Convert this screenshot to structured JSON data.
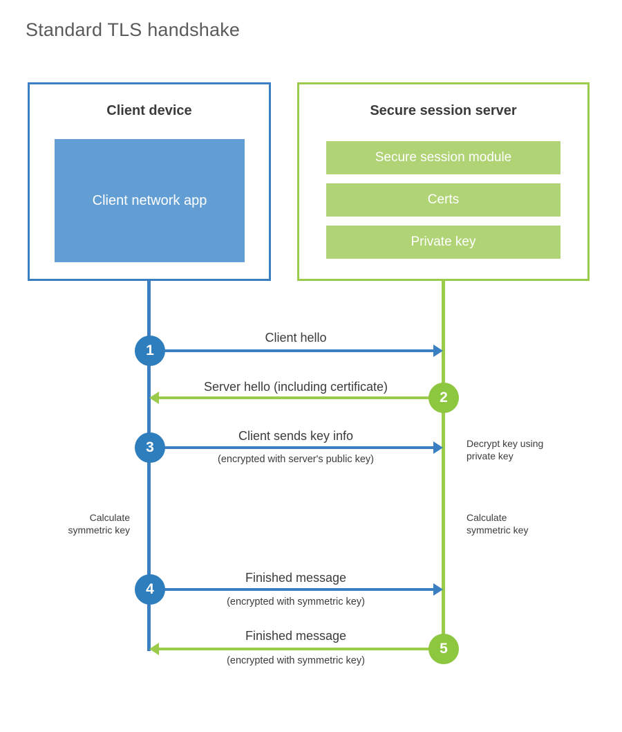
{
  "title": "Standard TLS handshake",
  "colors": {
    "client_border": "#3a7fc1",
    "client_fill": "#629ed4",
    "client_badge": "#2e7ebe",
    "server_border": "#9acb4a",
    "server_fill": "#b0d375",
    "server_badge": "#8dc63f",
    "text": "#3b3b3b",
    "title_text": "#5a5a5a",
    "background": "#ffffff"
  },
  "nodes": {
    "client": {
      "title": "Client device",
      "app_label": "Client network app"
    },
    "server": {
      "title": "Secure session server",
      "components": [
        "Secure session module",
        "Certs",
        "Private key"
      ]
    }
  },
  "messages": [
    {
      "step": "1",
      "label": "Client hello",
      "sublabel": "",
      "direction": "client-to-server",
      "color": "blue"
    },
    {
      "step": "2",
      "label": "Server hello (including certificate)",
      "sublabel": "",
      "direction": "server-to-client",
      "color": "green"
    },
    {
      "step": "3",
      "label": "Client sends key info",
      "sublabel": "(encrypted with server's public key)",
      "direction": "client-to-server",
      "color": "blue"
    },
    {
      "step": "4",
      "label": "Finished message",
      "sublabel": "(encrypted with symmetric key)",
      "direction": "client-to-server",
      "color": "blue"
    },
    {
      "step": "5",
      "label": "Finished message",
      "sublabel": "(encrypted with symmetric key)",
      "direction": "server-to-client",
      "color": "green"
    }
  ],
  "annotations": {
    "server_decrypt": "Decrypt key using\nprivate key",
    "client_calculate": "Calculate\nsymmetric key",
    "server_calculate": "Calculate\nsymmetric key"
  }
}
